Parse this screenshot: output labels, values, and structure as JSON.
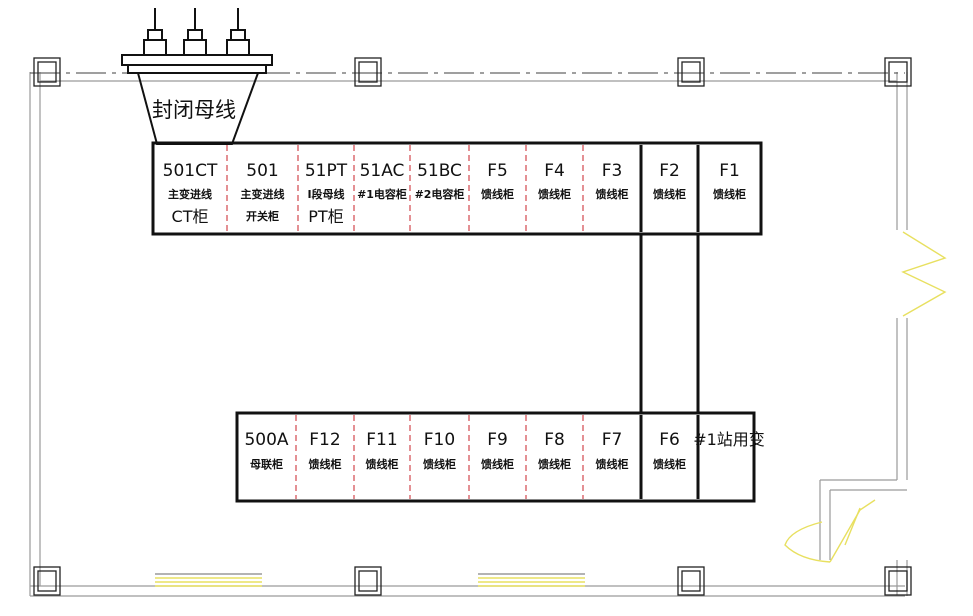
{
  "busbar_label": "封闭母线",
  "top_row": [
    {
      "code": "501CT",
      "desc": "主变进线",
      "desc2": "CT柜"
    },
    {
      "code": "501",
      "desc": "主变进线",
      "desc2": "开关柜"
    },
    {
      "code": "51PT",
      "desc": "I段母线",
      "desc2": "PT柜"
    },
    {
      "code": "51AC",
      "desc": "#1电容柜",
      "desc2": ""
    },
    {
      "code": "51BC",
      "desc": "#2电容柜",
      "desc2": ""
    },
    {
      "code": "F5",
      "desc": "馈线柜",
      "desc2": ""
    },
    {
      "code": "F4",
      "desc": "馈线柜",
      "desc2": ""
    },
    {
      "code": "F3",
      "desc": "馈线柜",
      "desc2": ""
    },
    {
      "code": "F2",
      "desc": "馈线柜",
      "desc2": ""
    },
    {
      "code": "F1",
      "desc": "馈线柜",
      "desc2": ""
    }
  ],
  "bottom_row": [
    {
      "code": "500A",
      "desc": "母联柜"
    },
    {
      "code": "F12",
      "desc": "馈线柜"
    },
    {
      "code": "F11",
      "desc": "馈线柜"
    },
    {
      "code": "F10",
      "desc": "馈线柜"
    },
    {
      "code": "F9",
      "desc": "馈线柜"
    },
    {
      "code": "F8",
      "desc": "馈线柜"
    },
    {
      "code": "F7",
      "desc": "馈线柜"
    },
    {
      "code": "F6",
      "desc": "馈线柜"
    },
    {
      "code": "#1站用变",
      "desc": ""
    }
  ]
}
